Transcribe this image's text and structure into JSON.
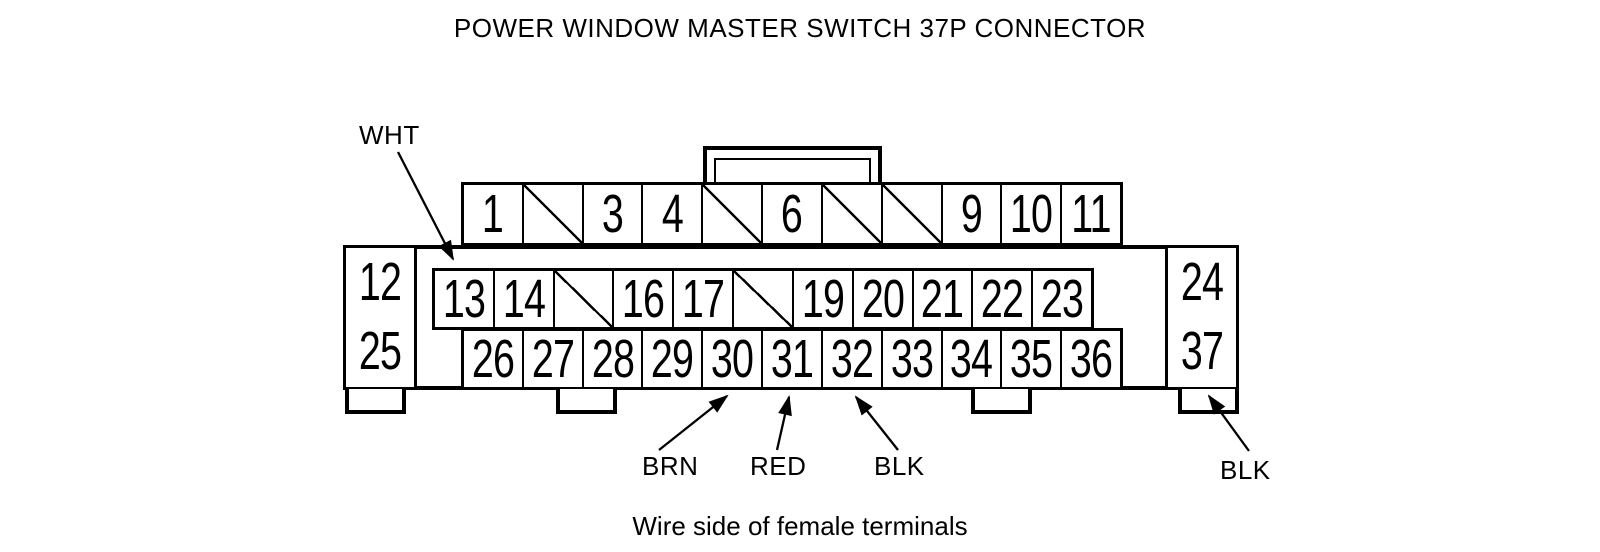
{
  "title": "POWER WINDOW MASTER SWITCH 37P CONNECTOR",
  "caption": "Wire side of female terminals",
  "connector": {
    "top_row": [
      "1",
      "/",
      "3",
      "4",
      "/",
      "6",
      "/",
      "/",
      "9",
      "10",
      "11"
    ],
    "middle_row": [
      "13",
      "14",
      "/",
      "16",
      "17",
      "/",
      "19",
      "20",
      "21",
      "22",
      "23"
    ],
    "bottom_row": [
      "26",
      "27",
      "28",
      "29",
      "30",
      "31",
      "32",
      "33",
      "34",
      "35",
      "36"
    ],
    "left_column": [
      "12",
      "25"
    ],
    "right_column": [
      "24",
      "37"
    ]
  },
  "wire_labels": {
    "wht": "WHT",
    "brn": "BRN",
    "red": "RED",
    "blk_mid": "BLK",
    "blk_right": "BLK"
  },
  "colors": {
    "line": "#000000",
    "background": "#ffffff"
  }
}
